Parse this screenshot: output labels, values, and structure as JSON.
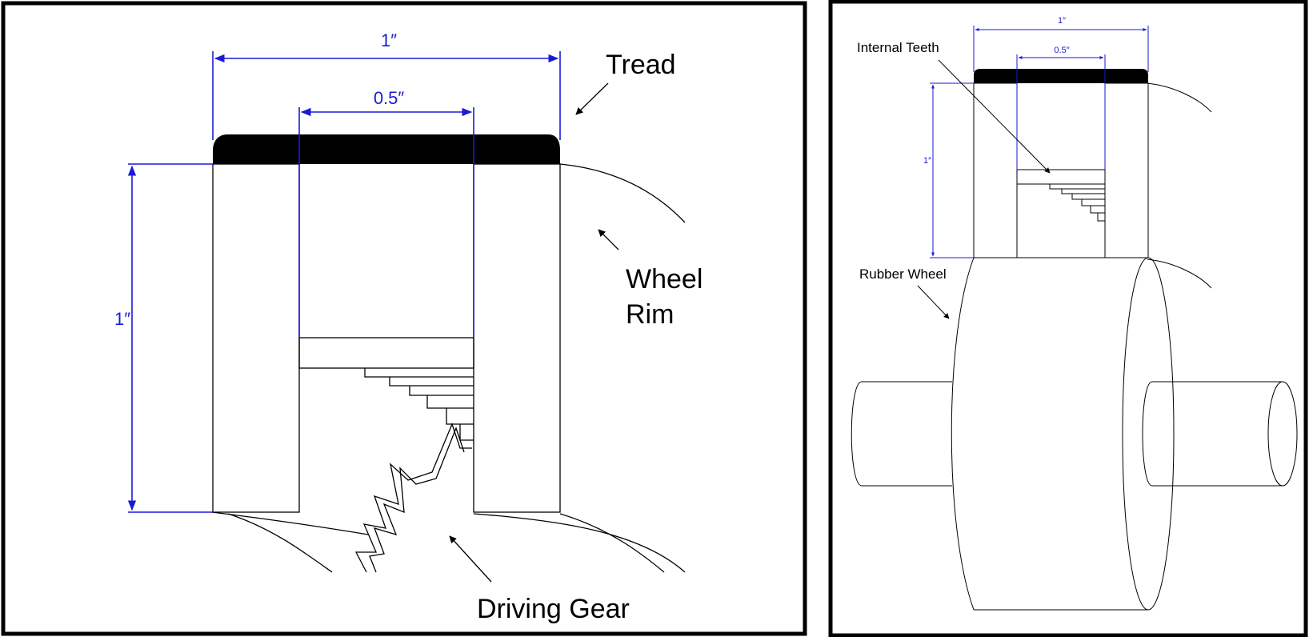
{
  "colors": {
    "dimension": "#1a1ad6",
    "outline": "#000000",
    "background": "#ffffff"
  },
  "left_panel": {
    "dim_outer_width": "1″",
    "dim_inner_width": "0.5″",
    "dim_height": "1″",
    "label_tread": "Tread",
    "label_wheel_rim_line1": "Wheel",
    "label_wheel_rim_line2": "Rim",
    "label_driving_gear": "Driving Gear"
  },
  "right_panel": {
    "dim_outer_width": "1″",
    "dim_inner_width": "0.5″",
    "dim_height": "1″",
    "label_internal_teeth": "Internal Teeth",
    "label_rubber_wheel": "Rubber Wheel"
  }
}
